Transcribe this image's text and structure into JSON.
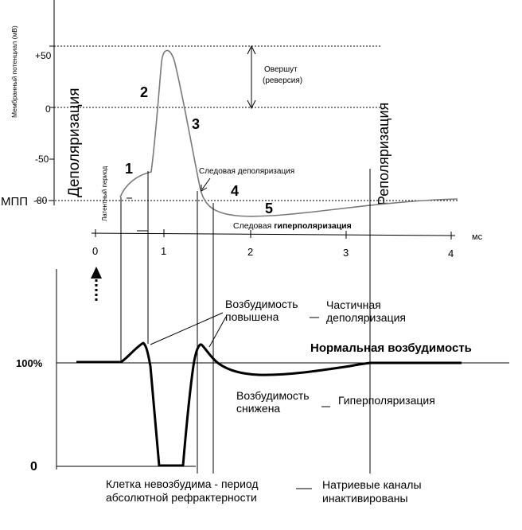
{
  "top": {
    "y_axis_label": "Мембранный потенциал (мВ)",
    "ticks": [
      "+50",
      "0",
      "-50",
      "-80"
    ],
    "mpp": "МПП",
    "x_ticks": [
      "0",
      "1",
      "2",
      "3",
      "4"
    ],
    "x_unit": "мс",
    "depol": "Деполяризация",
    "repol": "Реполяризация",
    "latent": "Латентный период",
    "overshoot_1": "Овершут",
    "overshoot_2": "(реверсия)",
    "trace_depol": "Следовая деполяризация",
    "trace_hyper_prefix": "Следовая ",
    "trace_hyper_bold": "гиперполяризация",
    "phases": [
      "1",
      "2",
      "3",
      "4",
      "5"
    ]
  },
  "bottom": {
    "ticks": [
      "100%",
      "0"
    ],
    "normal": "Нормальная возбудимость",
    "raised_1": "Возбудимость",
    "raised_2": "повышена",
    "partial_1": "Частичная",
    "partial_2": "деполяризация",
    "lowered_1": "Возбудимость",
    "lowered_2": "снижена",
    "hyper": "Гиперполяризация",
    "refr_1": "Клетка невозбудима - период",
    "refr_2": "абсолютной рефрактерности",
    "na_1": "Натриевые каналы",
    "na_2": "инактивированы"
  }
}
